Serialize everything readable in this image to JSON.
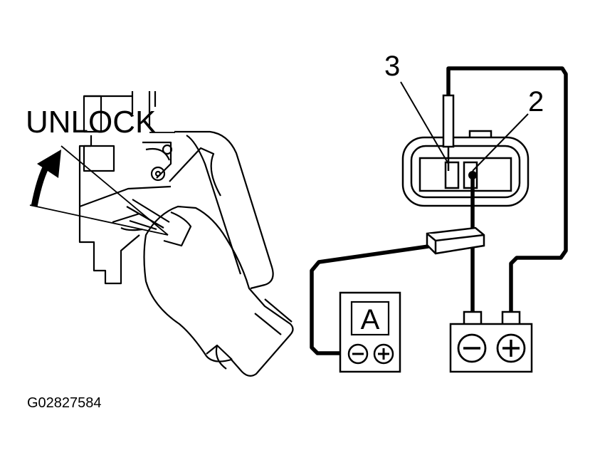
{
  "labels": {
    "unlock": "UNLOCK",
    "callout_3": "3",
    "callout_2": "2",
    "figure_code": "G02827584"
  },
  "ammeter": {
    "symbol": "A",
    "terminals": [
      "negative",
      "positive"
    ]
  },
  "battery": {
    "terminals": [
      "negative",
      "positive"
    ]
  },
  "icons": [
    "rotation-arrow-icon",
    "probe-icon",
    "minus-terminal-icon",
    "plus-terminal-icon"
  ],
  "colors": {
    "line": "#000000",
    "background": "#ffffff"
  }
}
